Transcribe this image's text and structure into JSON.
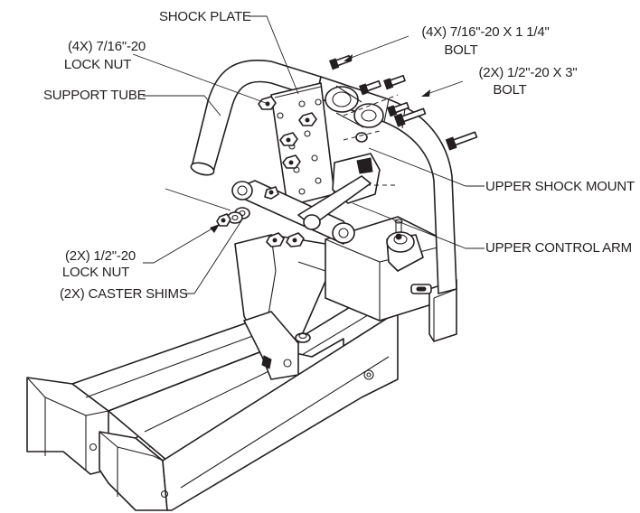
{
  "labels": {
    "shock_plate": "SHOCK PLATE",
    "lock_nut_7_16_qty": "(4X) 7/16\"-20",
    "lock_nut_7_16_name": "LOCK NUT",
    "support_tube": "SUPPORT TUBE",
    "bolt_7_16_qty": "(4X) 7/16\"-20 X 1 1/4\"",
    "bolt_7_16_name": "BOLT",
    "bolt_1_2_qty": "(2X) 1/2\"-20 X 3\"",
    "bolt_1_2_name": "BOLT",
    "upper_shock_mount": "UPPER SHOCK MOUNT",
    "upper_control_arm": "UPPER CONTROL ARM",
    "lock_nut_1_2_qty": "(2X) 1/2\"-20",
    "lock_nut_1_2_name": "LOCK NUT",
    "caster_shims": "(2X) CASTER SHIMS"
  }
}
